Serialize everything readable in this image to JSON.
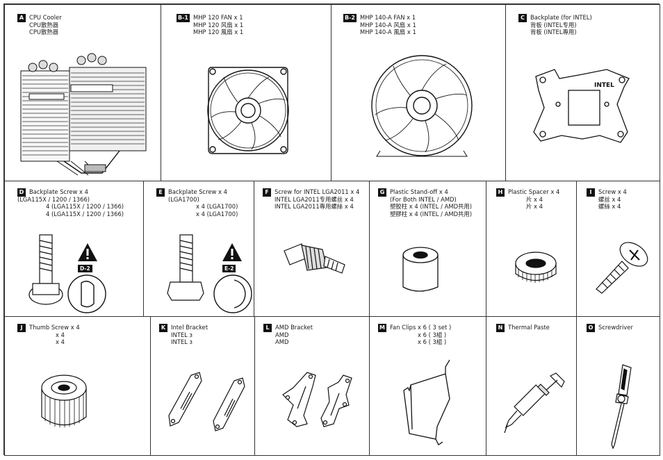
{
  "cells": {
    "a": {
      "badge": "A",
      "l1": "CPU Cooler",
      "l2": "CPU散熱器",
      "l3": "CPU散熱器"
    },
    "b1": {
      "badge": "B-1",
      "l1": "MHP 120 FAN x 1",
      "l2": "MHP 120 风扇 x 1",
      "l3": "MHP 120 風扇 x 1"
    },
    "b2": {
      "badge": "B-2",
      "l1": "MHP 140-A FAN x 1",
      "l2": "MHP 140-A 风扇 x 1",
      "l3": "MHP 140-A 風扇 x 1"
    },
    "c": {
      "badge": "C",
      "l1": "Backplate (for INTEL)",
      "l2": "背板 (INTEL专用)",
      "l3": "背板 (INTEL專用)",
      "stamp": "INTEL"
    },
    "d": {
      "badge": "D",
      "l1": "Backplate Screw x 4",
      "l2": "(LGA115X / 1200 / 1366)",
      "l3": "4 (LGA115X / 1200 / 1366)",
      "l4": "4 (LGA115X / 1200 / 1366)",
      "tag": "D-2"
    },
    "e": {
      "badge": "E",
      "l1": "Backplate Screw x 4",
      "l2": "(LGA1700)",
      "l3": "x 4 (LGA1700)",
      "l4": "x 4 (LGA1700)",
      "tag": "E-2"
    },
    "f": {
      "badge": "F",
      "l1": "Screw for INTEL LGA2011 x 4",
      "l2": "INTEL LGA2011专用螺丝 x 4",
      "l3": "INTEL LGA2011專用螺絲 x 4"
    },
    "g": {
      "badge": "G",
      "l1": "Plastic Stand-off x 4",
      "l2": "(For Both INTEL / AMD)",
      "l3": "塑胶柱  x 4 (INTEL / AMD共用)",
      "l4": "塑膠柱  x 4 (INTEL / AMD共用)"
    },
    "h": {
      "badge": "H",
      "l1": "Plastic Spacer x 4",
      "l2": "片 x 4",
      "l3": "片 x 4"
    },
    "i": {
      "badge": "I",
      "l1": "Screw x 4",
      "l2": "螺丝 x 4",
      "l3": "螺絲 x 4"
    },
    "j": {
      "badge": "J",
      "l1": "Thumb Screw x 4",
      "l2": "x 4",
      "l3": "x 4"
    },
    "k": {
      "badge": "K",
      "l1": "Intel Bracket",
      "l2": "INTEL з",
      "l3": "INTEL з"
    },
    "l": {
      "badge": "L",
      "l1": "AMD Bracket",
      "l2": "AMD",
      "l3": "AMD"
    },
    "m": {
      "badge": "M",
      "l1": "Fan Clips x 6 ( 3 set )",
      "l2": "x 6 ( 3組 )",
      "l3": "x 6 ( 3組 )"
    },
    "n": {
      "badge": "N",
      "l1": "Thermal Paste"
    },
    "o": {
      "badge": "O",
      "l1": "Screwdriver"
    }
  },
  "icons": {
    "fan": "fan-icon",
    "warning": "warning-triangle-icon"
  }
}
